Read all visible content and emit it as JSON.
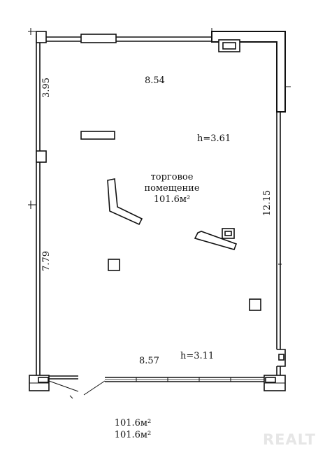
{
  "plan": {
    "top_dimension": "8.54",
    "bottom_dimension": "8.57",
    "left_upper_dimension": "3.95",
    "left_lower_dimension": "7.79",
    "right_dimension": "12.15",
    "height_upper": "h=3.61",
    "height_lower": "h=3.11",
    "room_name_line1": "торговое",
    "room_name_line2": "помещение",
    "room_area": "101.6м²"
  },
  "footer": {
    "area_line1": "101.6м²",
    "area_line2": "101.6м²"
  },
  "watermark": "REALT"
}
